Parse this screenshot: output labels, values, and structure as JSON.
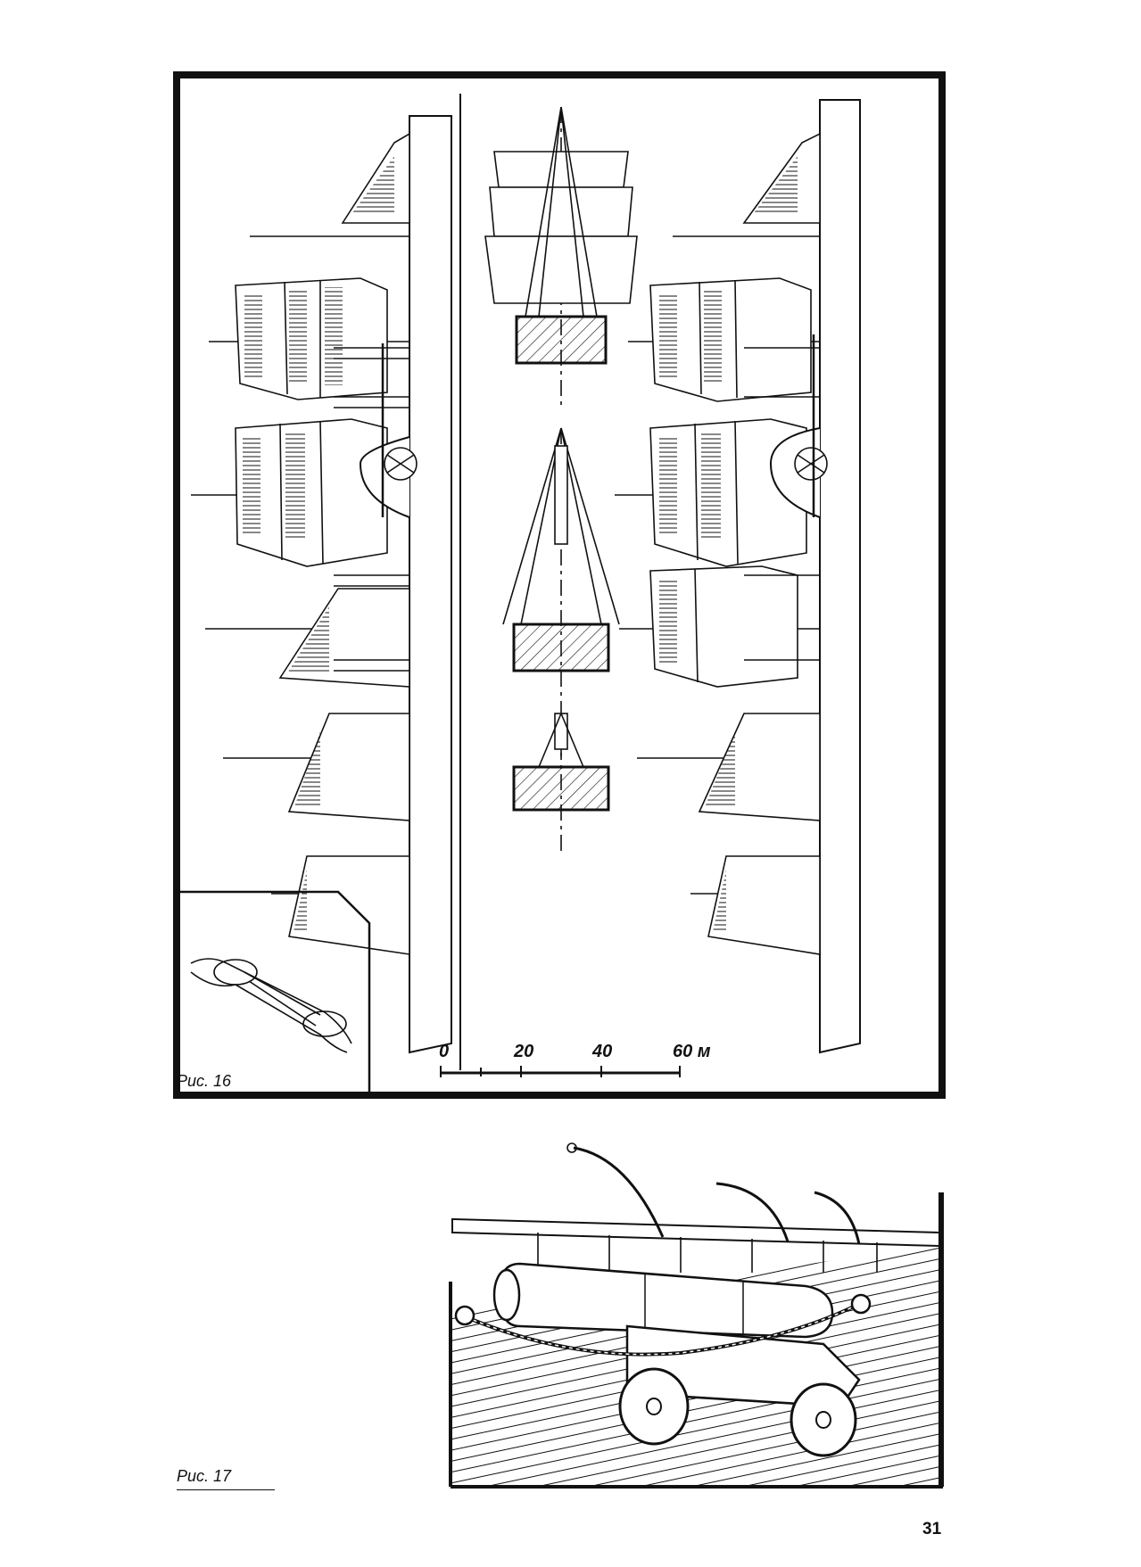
{
  "figures": [
    {
      "caption": "Рис. 16",
      "scale": {
        "ticks": [
          "0",
          "20",
          "40",
          "60 м"
        ]
      }
    },
    {
      "caption": "Рис. 17"
    }
  ],
  "page_number": "31",
  "colors": {
    "ink": "#111111",
    "paper": "#ffffff"
  }
}
